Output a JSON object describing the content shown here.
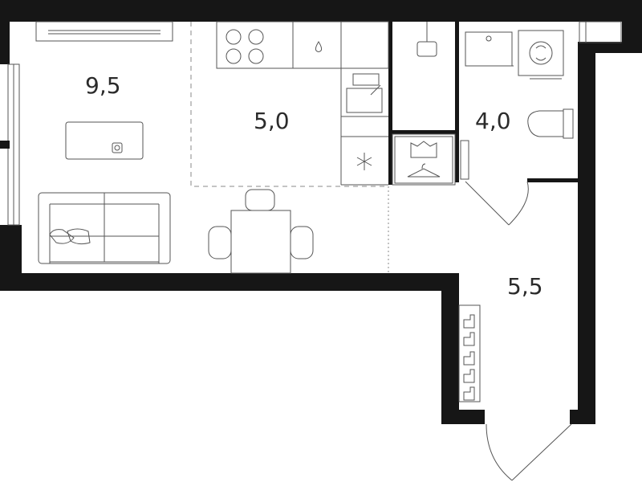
{
  "rooms": [
    {
      "id": "living",
      "area": "9,5"
    },
    {
      "id": "kitchen",
      "area": "5,0"
    },
    {
      "id": "bathroom",
      "area": "4,0"
    },
    {
      "id": "hallway",
      "area": "5,5"
    }
  ],
  "colors": {
    "wall": "#161616",
    "line": "#555555",
    "background": "#ffffff"
  }
}
